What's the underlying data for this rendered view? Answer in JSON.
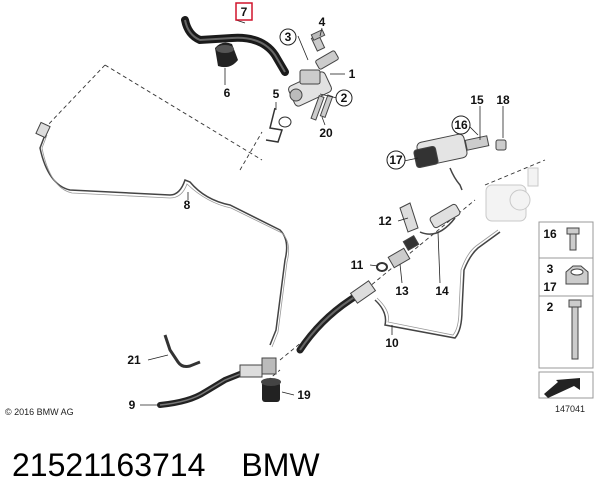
{
  "callouts": {
    "c1": "1",
    "c2": "2",
    "c3": "3",
    "c4": "4",
    "c5": "5",
    "c6": "6",
    "c7": "7",
    "c8": "8",
    "c9": "9",
    "c10": "10",
    "c11": "11",
    "c12": "12",
    "c13": "13",
    "c14": "14",
    "c15": "15",
    "c16": "16",
    "c17": "17",
    "c18": "18",
    "c19": "19",
    "c20": "20",
    "c21": "21"
  },
  "legend": {
    "row1": "16",
    "row2a": "3",
    "row2b": "17",
    "row3": "2"
  },
  "copyright": "© 2016 BMW AG",
  "diagram_id": "147041",
  "caption": {
    "part_number": "21521163714",
    "brand": "BMW"
  },
  "colors": {
    "highlight": "#d0142c",
    "hose": "#1a1a1a",
    "line": "#555555"
  }
}
